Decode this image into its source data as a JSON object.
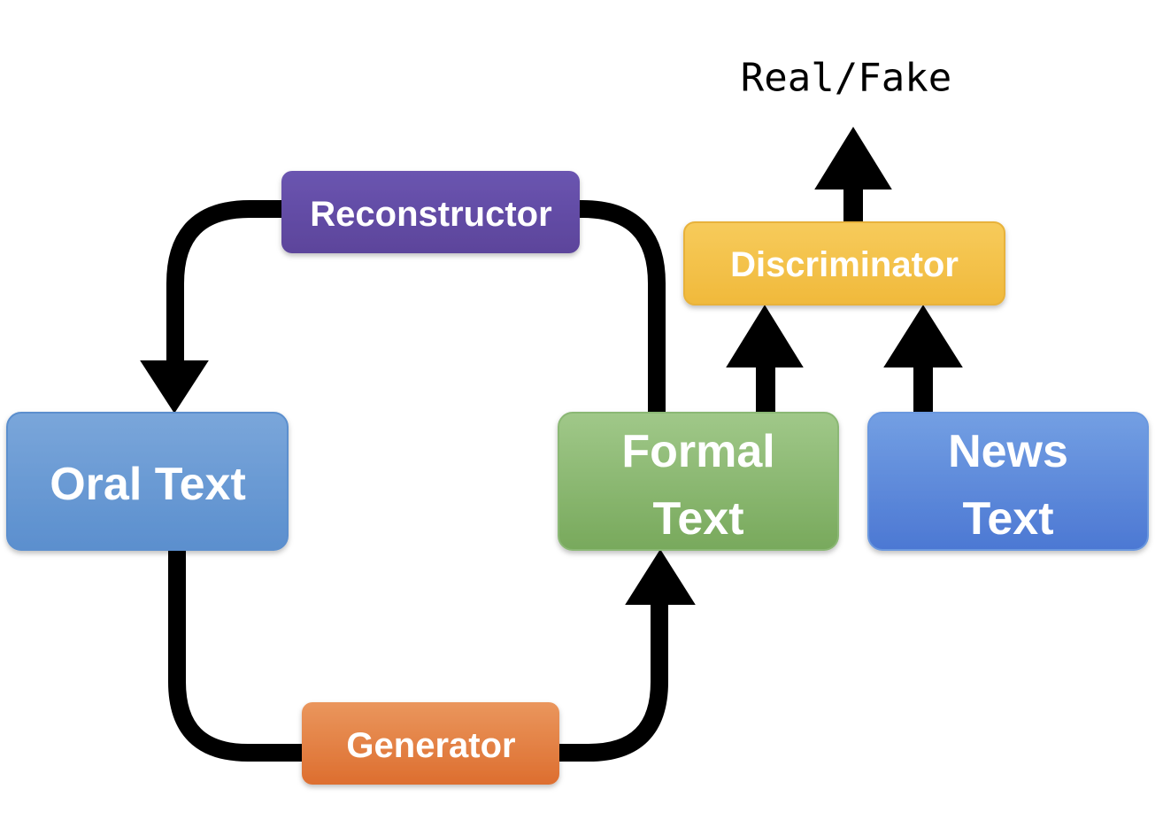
{
  "output_label": "Real/Fake",
  "nodes": {
    "reconstructor": {
      "label": "Reconstructor",
      "color_top": "#6a55b0",
      "color_bottom": "#5c449b"
    },
    "discriminator": {
      "label": "Discriminator",
      "color_top": "#f7cb5b",
      "color_bottom": "#f0b93b"
    },
    "oral_text": {
      "label": "Oral Text",
      "color_top": "#7aa6da",
      "color_bottom": "#5b8fce"
    },
    "formal_text": {
      "line1": "Formal",
      "line2": "Text",
      "color_top": "#a0c889",
      "color_bottom": "#78a95c"
    },
    "news_text": {
      "line1": "News",
      "line2": "Text",
      "color_top": "#739fe3",
      "color_bottom": "#4c78d3"
    },
    "generator": {
      "label": "Generator",
      "color_top": "#ea965d",
      "color_bottom": "#dd6e2f"
    }
  },
  "edges": [
    {
      "from": "Reconstructor",
      "to": "Oral Text"
    },
    {
      "from": "Oral Text",
      "to": "Generator"
    },
    {
      "from": "Generator",
      "to": "Formal Text"
    },
    {
      "from": "Formal Text",
      "to": "Reconstructor"
    },
    {
      "from": "Formal Text",
      "to": "Discriminator"
    },
    {
      "from": "News Text",
      "to": "Discriminator"
    },
    {
      "from": "Discriminator",
      "to": "Real/Fake"
    }
  ]
}
